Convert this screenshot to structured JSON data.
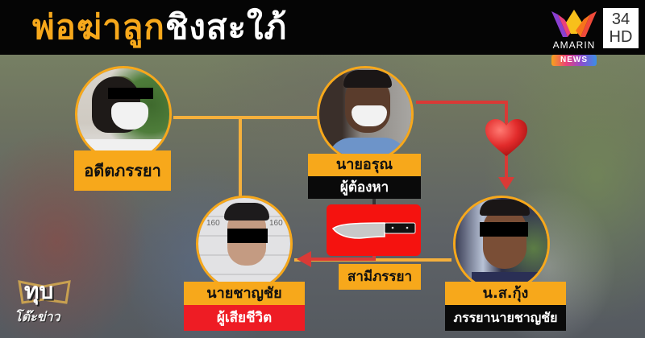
{
  "header": {
    "title_part1": "พ่อฆ่าลูก",
    "title_part2": "ชิงสะใภ้",
    "title_color_part1": "#f7a81b",
    "title_color_part2": "#ffffff"
  },
  "channel_logo": {
    "brand": "AMARIN",
    "channel_number": "34",
    "channel_quality": "HD",
    "badge": "NEWS",
    "icon": "amarin-crown-icon"
  },
  "show_logo": {
    "line1": "ทุบ",
    "line2": "โต๊ะข่าว"
  },
  "diagram": {
    "people": [
      {
        "id": "ex-wife",
        "name": "อดีตภรรยา",
        "role": null
      },
      {
        "id": "arun",
        "name": "นายอรุณ",
        "role": "ผู้ต้องหา"
      },
      {
        "id": "chanchai",
        "name": "นายชาญชัย",
        "role": "ผู้เสียชีวิต"
      },
      {
        "id": "kung",
        "name": "น.ส.กุ้ง",
        "role": "ภรรยานายชาญชัย"
      }
    ],
    "relations": [
      {
        "from": "arun",
        "to": "ex-wife",
        "type": "former-spouse-line",
        "color": "#f5b03c"
      },
      {
        "from": "family-line",
        "to": "chanchai",
        "type": "parent-child-line",
        "color": "#f5b03c"
      },
      {
        "from": "arun",
        "to": "kung",
        "type": "love-arrow",
        "icon": "heart-icon",
        "color": "#d93a36"
      },
      {
        "from": "arun",
        "to": "chanchai",
        "type": "knife-attack-arrow",
        "icon": "knife-icon",
        "color": "#d93a36"
      },
      {
        "from": "chanchai",
        "to": "kung",
        "type": "spouse-line",
        "label": "สามีภรรยา",
        "color": "#f5b03c"
      }
    ],
    "spouse_label": "สามีภรรยา",
    "colors": {
      "accent_orange": "#f7a81b",
      "victim_red": "#ee1c24",
      "arrow_red": "#d93a36",
      "role_black": "#0a0a0a"
    }
  }
}
